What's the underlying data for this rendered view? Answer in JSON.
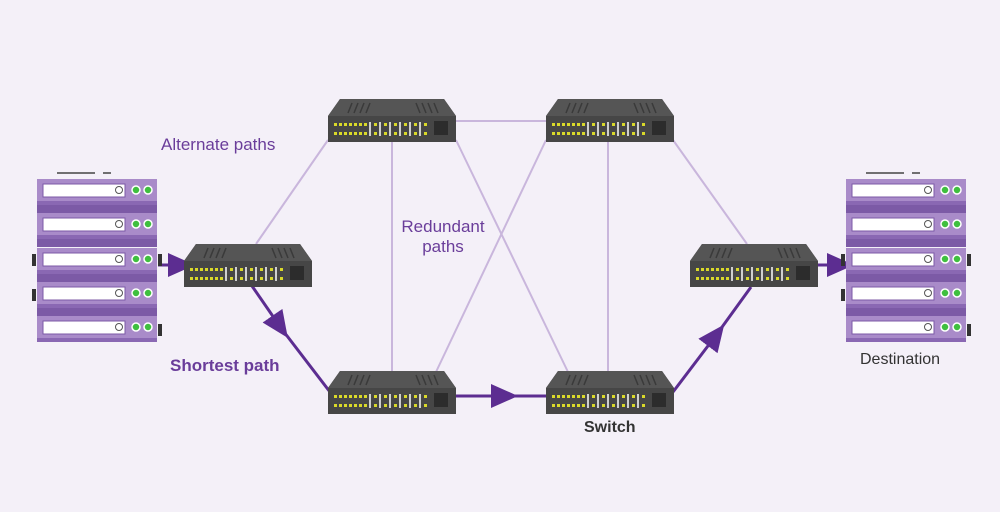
{
  "labels": {
    "alternate_paths": "Alternate paths",
    "redundant_paths_line1": "Redundant",
    "redundant_paths_line2": "paths",
    "shortest_path": "Shortest path",
    "switch": "Switch",
    "destination": "Destination"
  },
  "colors": {
    "background": "#f4f0f8",
    "accent_purple": "#5c2d91",
    "path_light": "#c9b6dc",
    "rack_body": "#a98bc9",
    "rack_dark": "#7c5aa6",
    "switch_body": "#4a4a4a",
    "led_yellow": "#d9d92a",
    "led_green": "#3fbf3f"
  },
  "icons": {
    "server_rack": "server-rack-icon",
    "switch": "network-switch-icon"
  }
}
